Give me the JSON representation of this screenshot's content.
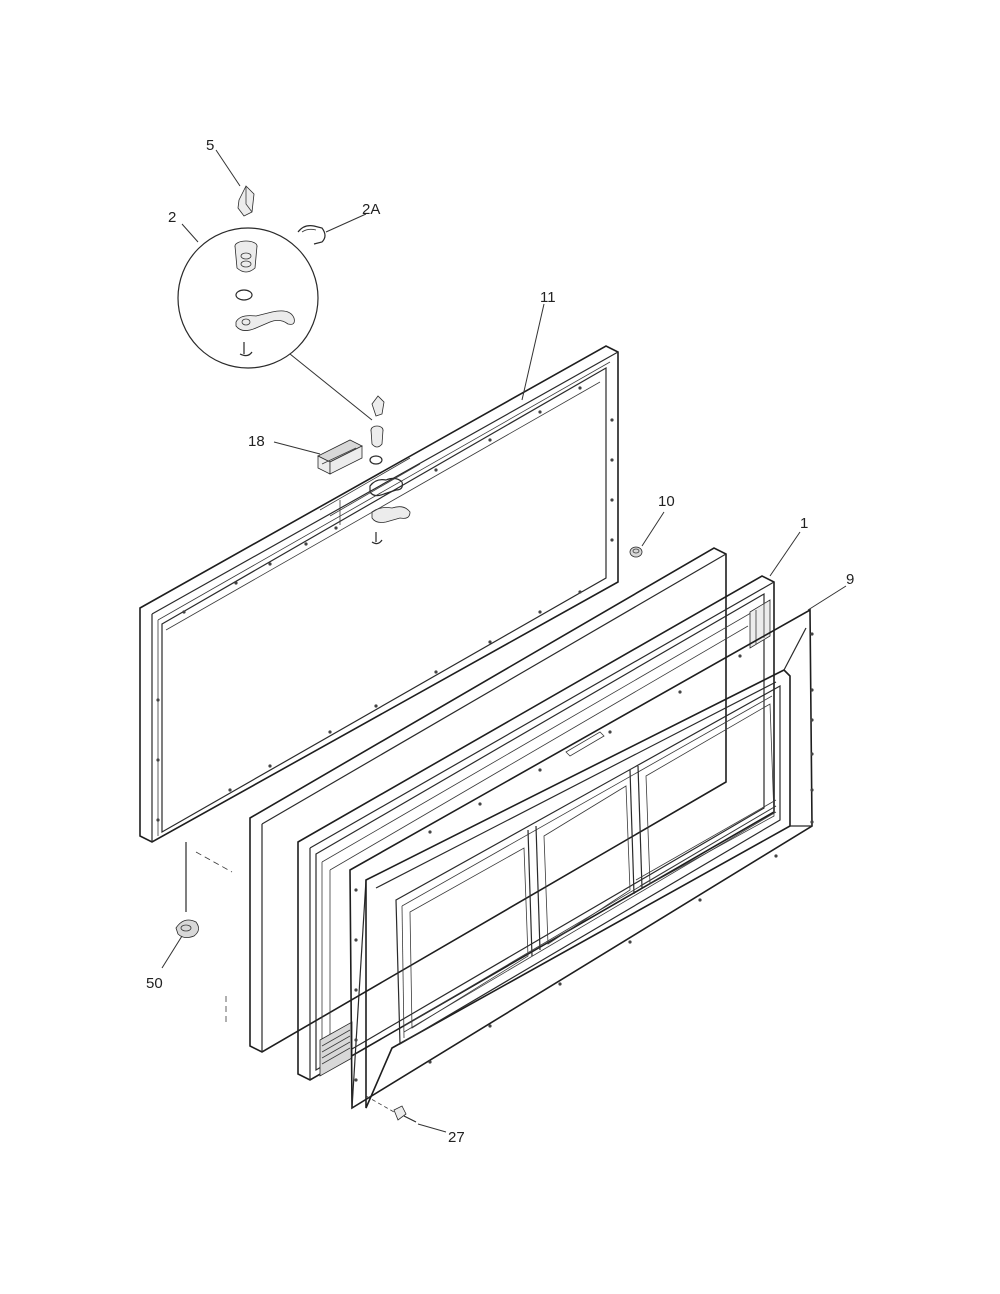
{
  "callouts": {
    "c5": "5",
    "c2": "2",
    "c2a": "2A",
    "c11": "11",
    "c18": "18",
    "c10": "10",
    "c1": "1",
    "c9": "9",
    "c50": "50",
    "c27": "27"
  },
  "colors": {
    "line": "#2a2a2a",
    "shade": "#d8d8d8",
    "background": "#ffffff"
  }
}
